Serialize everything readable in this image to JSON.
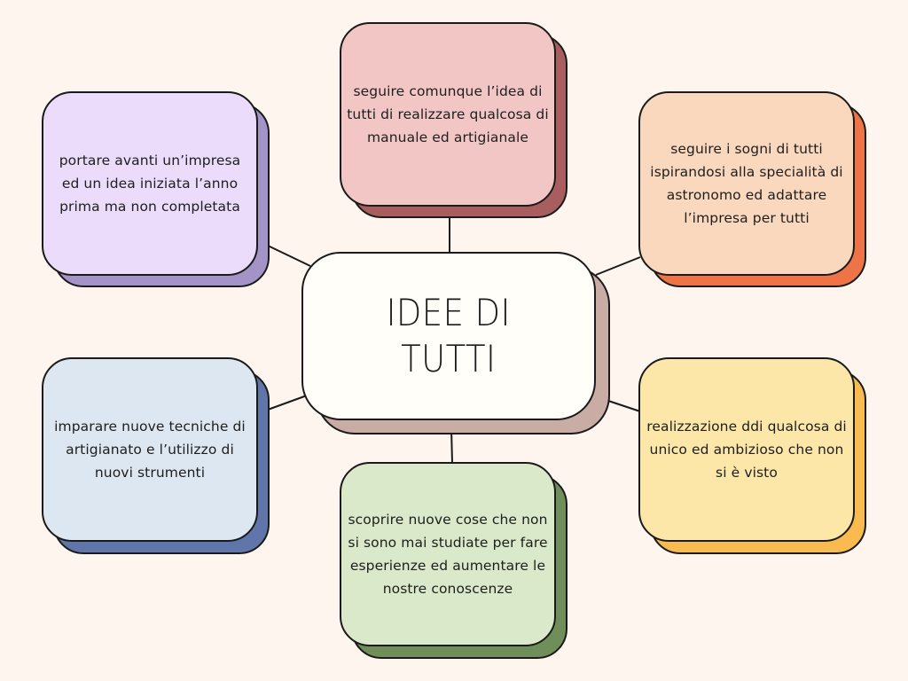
{
  "diagram": {
    "title": "IDEE DI TUTTI",
    "title_lines": [
      "IDEE DI",
      "TUTTI"
    ],
    "nodes": [
      {
        "id": "top",
        "text": "seguire comunque l’idea di tutti di realizzare qualcosa di manuale ed artigianale",
        "fill": "#f3c6c6",
        "shadow": "#a85e5e"
      },
      {
        "id": "top-left",
        "text": "portare avanti un’impresa ed un idea iniziata l’anno prima ma non completata",
        "fill": "#ebdcfc",
        "shadow": "#a393c7"
      },
      {
        "id": "top-right",
        "text": "seguire i sogni di tutti ispirandosi alla specialità di astronomo ed adattare l’impresa per tutti",
        "fill": "#fad8be",
        "shadow": "#ee7448"
      },
      {
        "id": "bottom-left",
        "text": "imparare nuove tecniche di artigianato e l’utilizzo di nuovi strumenti",
        "fill": "#dce7f1",
        "shadow": "#6076ab"
      },
      {
        "id": "bottom",
        "text": "scoprire nuove cose che non si sono mai studiate per fare esperienze ed aumentare le nostre conoscenze",
        "fill": "#d9e9ca",
        "shadow": "#6f8e5a"
      },
      {
        "id": "bottom-right",
        "text": "realizzazione ddi qualcosa di unico ed ambizioso che non si è visto",
        "fill": "#fce6a8",
        "shadow": "#f9ba4f"
      }
    ],
    "center": {
      "fill": "#fffef8",
      "shadow": "#c9aca4"
    },
    "background": "#fdf5ee",
    "line_color": "#1a1a1a"
  }
}
